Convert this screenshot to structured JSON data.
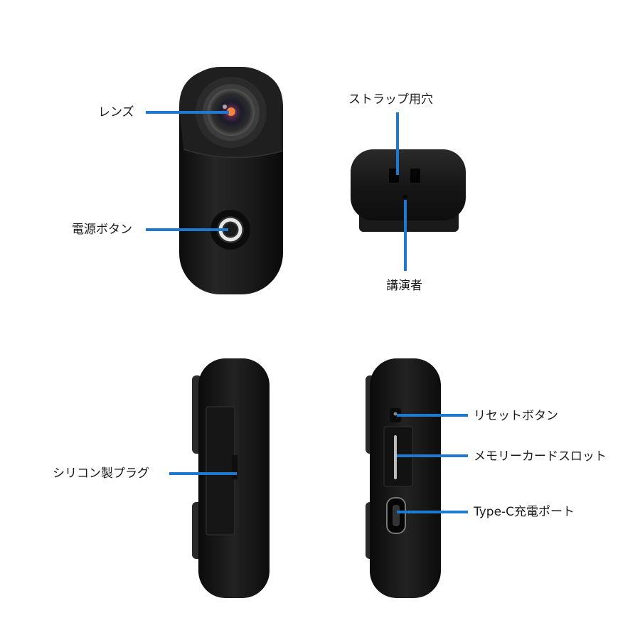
{
  "theme": {
    "accent": "#1f78d1",
    "device": "#151515"
  },
  "callouts": {
    "lens": "レンズ",
    "power_button": "電源ボタン",
    "strap_hole": "ストラップ用穴",
    "speaker": "講演者",
    "silicone_plug": "シリコン製プラグ",
    "reset_button": "リセットボタン",
    "memory_card_slot": "メモリーカードスロット",
    "charging_port": "Type-C充電ポート"
  }
}
